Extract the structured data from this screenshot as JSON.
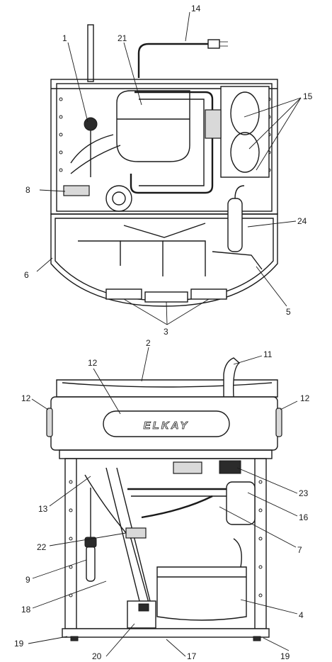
{
  "brand": {
    "logo_text": "ELKAY"
  },
  "callouts": [
    {
      "id": "c1",
      "label": "1"
    },
    {
      "id": "c14",
      "label": "14"
    },
    {
      "id": "c21",
      "label": "21"
    },
    {
      "id": "c15",
      "label": "15"
    },
    {
      "id": "c8",
      "label": "8"
    },
    {
      "id": "c24",
      "label": "24"
    },
    {
      "id": "c6",
      "label": "6"
    },
    {
      "id": "c5",
      "label": "5"
    },
    {
      "id": "c3",
      "label": "3"
    },
    {
      "id": "c2",
      "label": "2"
    },
    {
      "id": "c11",
      "label": "11"
    },
    {
      "id": "c12a",
      "label": "12"
    },
    {
      "id": "c12b",
      "label": "12"
    },
    {
      "id": "c12c",
      "label": "12"
    },
    {
      "id": "c13",
      "label": "13"
    },
    {
      "id": "c23",
      "label": "23"
    },
    {
      "id": "c16",
      "label": "16"
    },
    {
      "id": "c7",
      "label": "7"
    },
    {
      "id": "c22",
      "label": "22"
    },
    {
      "id": "c9",
      "label": "9"
    },
    {
      "id": "c18",
      "label": "18"
    },
    {
      "id": "c4",
      "label": "4"
    },
    {
      "id": "c19a",
      "label": "19"
    },
    {
      "id": "c19b",
      "label": "19"
    },
    {
      "id": "c20",
      "label": "20"
    },
    {
      "id": "c17",
      "label": "17"
    }
  ]
}
